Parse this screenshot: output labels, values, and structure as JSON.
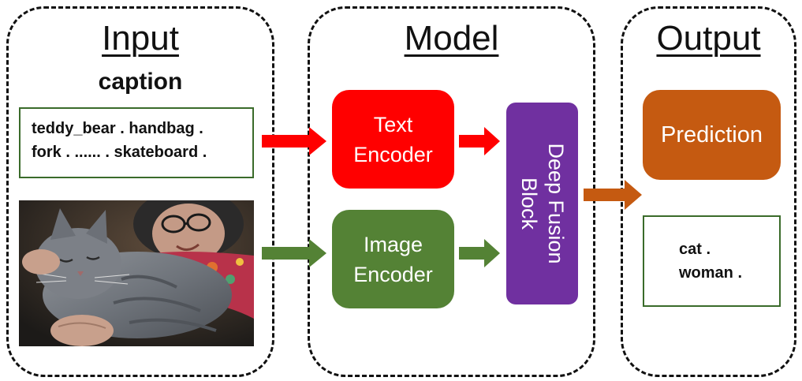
{
  "headings": {
    "input": "Input",
    "model": "Model",
    "output": "Output"
  },
  "input": {
    "caption_label": "caption",
    "caption_lines": [
      "teddy_bear . handbag .",
      "fork . ...... . skateboard ."
    ],
    "image_content": "photo of a woman hugging a gray cat"
  },
  "model": {
    "text_encoder": [
      "Text",
      "Encoder"
    ],
    "image_encoder": [
      "Image",
      "Encoder"
    ],
    "fusion_block": [
      "Deep Fusion",
      "Block"
    ]
  },
  "output": {
    "prediction": "Prediction",
    "result_lines": [
      "cat .",
      "woman ."
    ]
  },
  "colors": {
    "text_encoder": "#ff0000",
    "image_encoder": "#548235",
    "fusion_block": "#7030a0",
    "prediction": "#c55a11",
    "text_arrow": "#ff0000",
    "image_arrow": "#548235",
    "output_arrow": "#c55a11",
    "box_border": "#3a6b2a"
  }
}
